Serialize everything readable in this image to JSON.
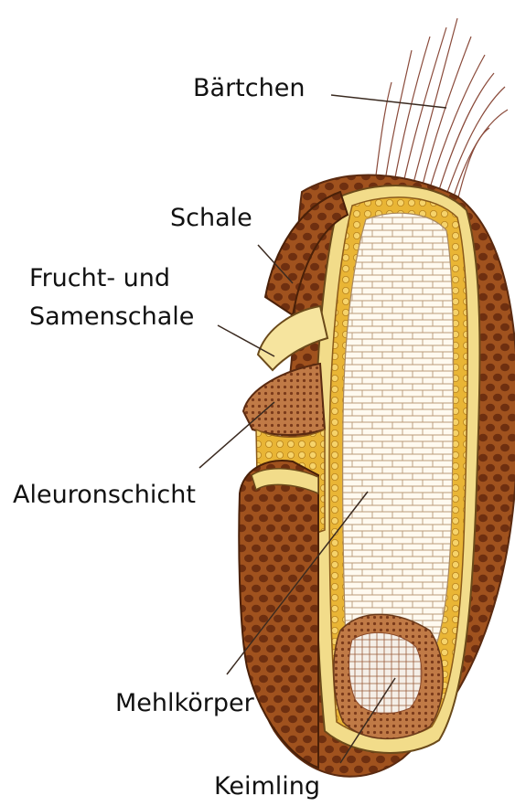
{
  "labels": {
    "baertchen": "Bärtchen",
    "schale": "Schale",
    "frucht_line1": "Frucht- und",
    "frucht_line2": "Samenschale",
    "aleuron": "Aleuronschicht",
    "mehlkoerper": "Mehlkörper",
    "keimling": "Keimling"
  },
  "colors": {
    "husk": "#a0521e",
    "husk_cell": "#7a3512",
    "seed_coat": "#f2dc8a",
    "aleurone": "#e8b43a",
    "endosperm": "#fbf3dc",
    "germ": "#c9855a",
    "hair": "#8a4a3a"
  }
}
